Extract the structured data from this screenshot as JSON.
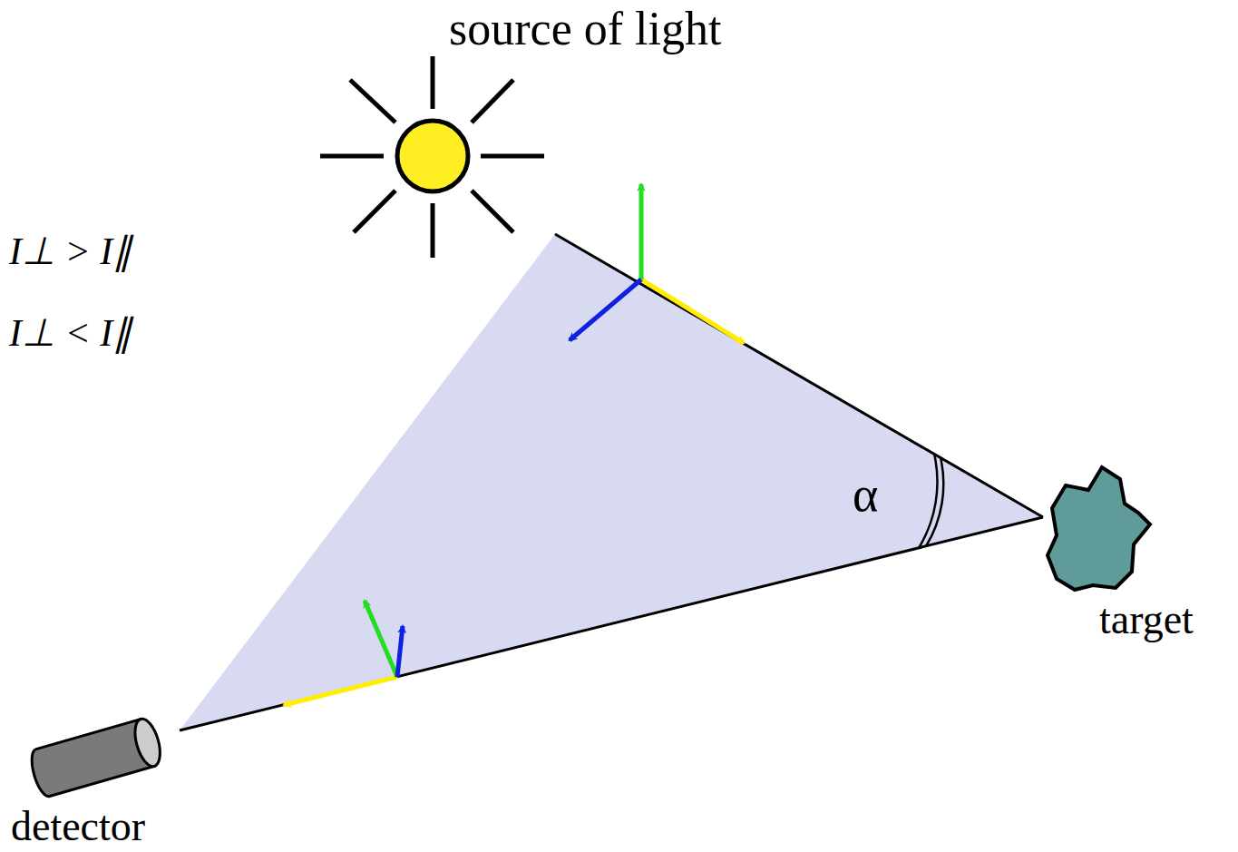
{
  "diagram": {
    "labels": [
      "source of light",
      "α",
      "target",
      "detector",
      "I⊥ > I∥",
      "I⊥ < I∥"
    ]
  }
}
